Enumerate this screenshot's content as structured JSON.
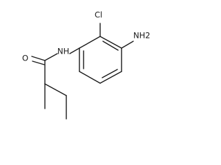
{
  "molecule": {
    "labels": {
      "chlorine": "Cl",
      "amine": "NH2",
      "amide_nh": "NH",
      "carbonyl_oxygen": "O"
    }
  }
}
